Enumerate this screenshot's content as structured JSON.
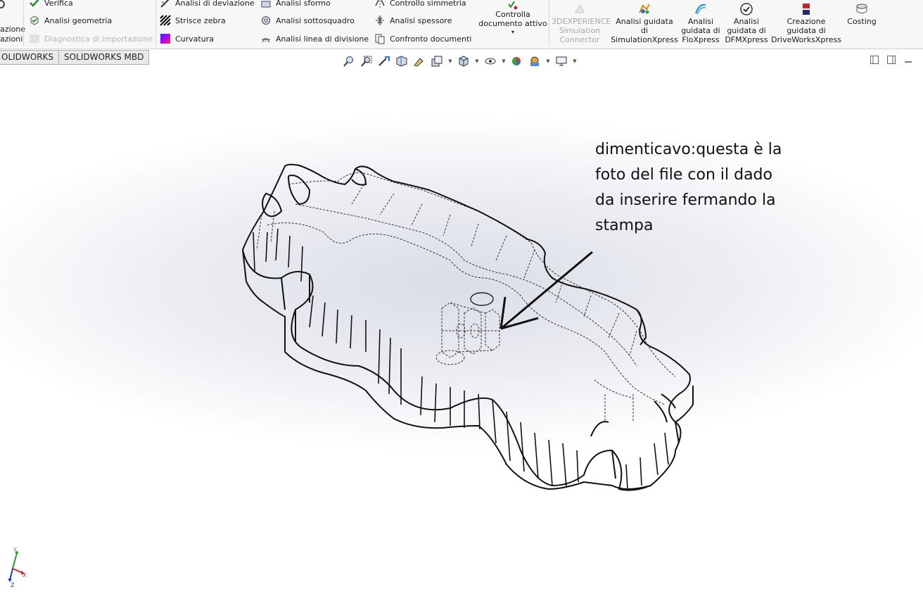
{
  "ribbon": {
    "col0": {
      "line1": "azione",
      "line2": "azioni"
    },
    "col1": [
      {
        "label": "Verifica",
        "icon": "check-icon",
        "enabled": true
      },
      {
        "label": "Analisi geometria",
        "icon": "geometry-check-icon",
        "enabled": true
      },
      {
        "label": "Diagnostica di importazione",
        "icon": "import-diagnostics-icon",
        "enabled": false
      }
    ],
    "col2": [
      {
        "label": "Analisi di deviazione",
        "icon": "deviation-icon"
      },
      {
        "label": "Strisce zebra",
        "icon": "zebra-icon"
      },
      {
        "label": "Curvatura",
        "icon": "curvature-icon"
      }
    ],
    "col3": [
      {
        "label": "Analisi sformo",
        "icon": "draft-analysis-icon"
      },
      {
        "label": "Analisi sottosquadro",
        "icon": "undercut-icon"
      },
      {
        "label": "Analisi linea di divisione",
        "icon": "parting-line-icon"
      }
    ],
    "col4": [
      {
        "label": "Controllo simmetria",
        "icon": "symmetry-icon"
      },
      {
        "label": "Analisi spessore",
        "icon": "thickness-icon"
      },
      {
        "label": "Confronto documenti",
        "icon": "compare-icon"
      }
    ],
    "check_active_doc": {
      "line1": "Controlla",
      "line2": "documento attivo",
      "icon": "check-document-icon"
    },
    "big_buttons": [
      {
        "lines": [
          "3DEXPERIENCE",
          "Simulation",
          "Connector"
        ],
        "icon": "3dx-connector-icon",
        "enabled": false
      },
      {
        "lines": [
          "Analisi guidata",
          "di",
          "SimulationXpress"
        ],
        "icon": "simulationxpress-icon",
        "enabled": true
      },
      {
        "lines": [
          "Analisi",
          "guidata di",
          "FloXpress"
        ],
        "icon": "floxpress-icon",
        "enabled": true
      },
      {
        "lines": [
          "Analisi",
          "guidata di",
          "DFMXpress"
        ],
        "icon": "dfmxpress-icon",
        "enabled": true
      },
      {
        "lines": [
          "Creazione",
          "guidata di",
          "DriveWorksXpress"
        ],
        "icon": "driveworksxpress-icon",
        "enabled": true
      },
      {
        "lines": [
          "Costing"
        ],
        "icon": "costing-icon",
        "enabled": true
      }
    ]
  },
  "tabs": [
    "OLIDWORKS",
    "SOLIDWORKS MBD"
  ],
  "annotation": [
    "dimenticavo:questa è la",
    "foto del file con il dado",
    "da inserire fermando la",
    "stampa"
  ],
  "triad": {
    "x": "X",
    "y": "Y",
    "z": "Z"
  },
  "colors": {
    "accent": "#1f5fb5",
    "ribbon_bg": "#f7f7f7",
    "viewport_center": "#d9dde6",
    "tab_bg": "#e9e9e9"
  }
}
